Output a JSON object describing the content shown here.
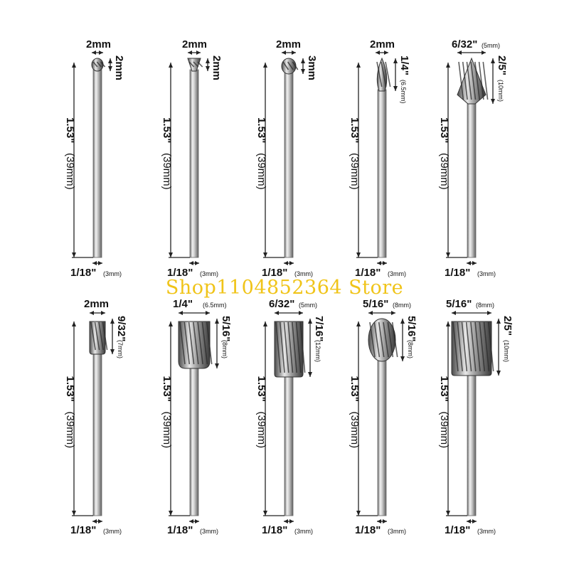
{
  "watermark": "Shop1104852364 Store",
  "colors": {
    "steel_light": "#f4f4f4",
    "steel_mid": "#b8b8b8",
    "steel_dark": "#5a5a5a",
    "watermark": "#f0c419"
  },
  "bits": [
    {
      "head_shape": "ball",
      "head_width_label": "2mm",
      "head_height_main": "2mm",
      "head_height_sub": "",
      "length_main": "1.53\"",
      "length_sub": "(39mm)",
      "shank_main": "1/18\"",
      "shank_sub": "(3mm)"
    },
    {
      "head_shape": "inverted-cone",
      "head_width_label": "2mm",
      "head_height_main": "2mm",
      "head_height_sub": "",
      "length_main": "1.53\"",
      "length_sub": "(39mm)",
      "shank_main": "1/18\"",
      "shank_sub": "(3mm)"
    },
    {
      "head_shape": "ball-large",
      "head_width_label": "2mm",
      "head_height_main": "3mm",
      "head_height_sub": "",
      "length_main": "1.53\"",
      "length_sub": "(39mm)",
      "shank_main": "1/18\"",
      "shank_sub": "(3mm)"
    },
    {
      "head_shape": "flame",
      "head_width_label": "2mm",
      "head_height_main": "1/4\"",
      "head_height_sub": "(6.5mm)",
      "length_main": "1.53\"",
      "length_sub": "(39mm)",
      "shank_main": "1/18\"",
      "shank_sub": "(3mm)"
    },
    {
      "head_shape": "cone",
      "head_width_label": "6/32\"",
      "head_width_sub": "(5mm)",
      "head_height_main": "2/5\"",
      "head_height_sub": "(10mm)",
      "length_main": "1.53\"",
      "length_sub": "(39mm)",
      "shank_main": "1/18\"",
      "shank_sub": "(3mm)"
    },
    {
      "head_shape": "cylinder-small",
      "head_width_label": "2mm",
      "head_height_main": "9/32\"",
      "head_height_sub": "(7mm)",
      "length_main": "1.53\"",
      "length_sub": "(39mm)",
      "shank_main": "1/18\"",
      "shank_sub": "(3mm)"
    },
    {
      "head_shape": "cylinder-rounded",
      "head_width_label": "1/4\"",
      "head_width_sub": "(6.5mm)",
      "head_height_main": "5/16\"",
      "head_height_sub": "(8mm)",
      "length_main": "1.53\"",
      "length_sub": "(39mm)",
      "shank_main": "1/18\"",
      "shank_sub": "(3mm)"
    },
    {
      "head_shape": "cylinder-long",
      "head_width_label": "6/32\"",
      "head_width_sub": "(5mm)",
      "head_height_main": "7/16\"",
      "head_height_sub": "(12mm)",
      "length_main": "1.53\"",
      "length_sub": "(39mm)",
      "shank_main": "1/18\"",
      "shank_sub": "(3mm)"
    },
    {
      "head_shape": "oval",
      "head_width_label": "5/16\"",
      "head_width_sub": "(8mm)",
      "head_height_main": "5/16\"",
      "head_height_sub": "(8mm)",
      "length_main": "1.53\"",
      "length_sub": "(39mm)",
      "shank_main": "1/18\"",
      "shank_sub": "(3mm)"
    },
    {
      "head_shape": "cylinder-wide",
      "head_width_label": "5/16\"",
      "head_width_sub": "(8mm)",
      "head_height_main": "2/5\"",
      "head_height_sub": "(10mm)",
      "length_main": "1.53\"",
      "length_sub": "(39mm)",
      "shank_main": "1/18\"",
      "shank_sub": "(3mm)"
    }
  ]
}
